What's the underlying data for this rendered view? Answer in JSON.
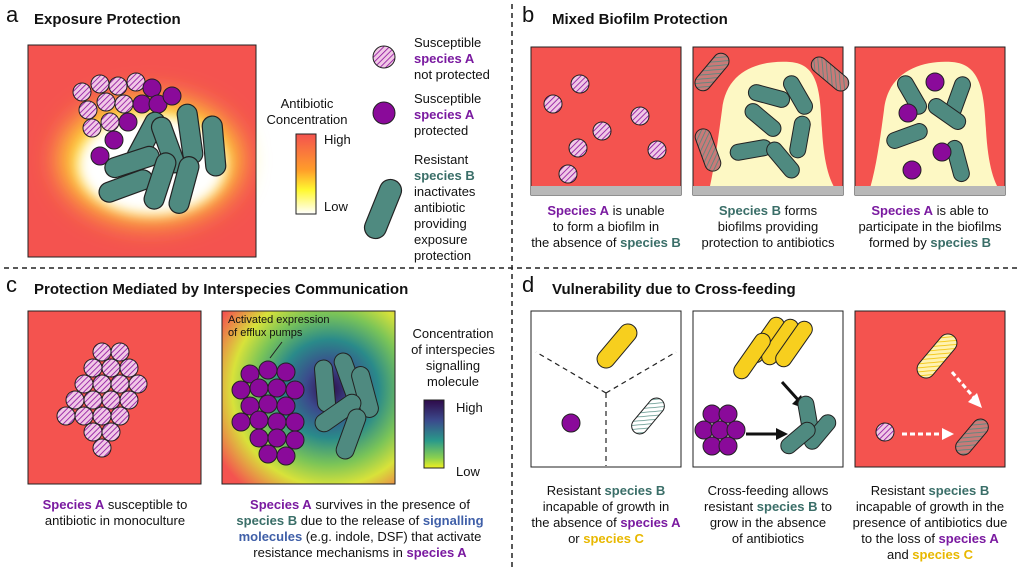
{
  "panel_a": {
    "letter": "a",
    "title": "Exposure Protection",
    "scale": {
      "title": [
        "Antibiotic",
        "Concentration"
      ],
      "high": "High",
      "low": "Low"
    },
    "legend": {
      "not_protected": [
        "Susceptible",
        "species A",
        "not protected"
      ],
      "protected": [
        "Susceptible",
        "species A",
        "protected"
      ],
      "resistant": [
        "Resistant",
        "species B",
        "inactivates",
        "antibiotic",
        "providing",
        "exposure",
        "protection"
      ]
    }
  },
  "panel_b": {
    "letter": "b",
    "title": "Mixed Biofilm Protection",
    "captions": [
      [
        "Species A",
        " is unable",
        "to form a biofilm in",
        "the absence of ",
        "species B"
      ],
      [
        "Species B",
        " forms",
        "biofilms providing",
        "protection to antibiotics"
      ],
      [
        "Species A",
        " is able to",
        "participate in the biofilms",
        "formed by ",
        "species B"
      ]
    ]
  },
  "panel_c": {
    "letter": "c",
    "title": "Protection Mediated by Interspecies Communication",
    "annotation": [
      "Activated expression",
      "of efflux pumps"
    ],
    "scale": {
      "title": [
        "Concentration",
        "of interspecies",
        "signalling",
        "molecule"
      ],
      "high": "High",
      "low": "Low"
    },
    "caption_left": [
      "Species A",
      " susceptible to",
      "antibiotic in monoculture"
    ],
    "caption_right": [
      "Species A",
      " survives in the presence of",
      "species B",
      " due to the release of ",
      "signalling",
      "molecules",
      " (e.g. indole, DSF) that activate",
      "resistance mechanisms in ",
      "species A"
    ]
  },
  "panel_d": {
    "letter": "d",
    "title": "Vulnerability due to Cross-feeding",
    "captions": [
      [
        "Resistant ",
        "species B",
        "incapable of growth in",
        "the absence of ",
        "species A",
        "or ",
        "species C"
      ],
      [
        "Cross-feeding allows",
        "resistant ",
        "species B",
        " to",
        "grow in the absence",
        "of antibiotics"
      ],
      [
        "Resistant ",
        "species B",
        "incapable of growth in the",
        "presence of antibiotics due",
        "to the loss of ",
        "species A",
        "and ",
        "species C"
      ]
    ]
  },
  "colors": {
    "antibiotic_red": "#f4534f",
    "species_a_purple": "#8a0a9a",
    "species_b_teal": "#4f8a80",
    "species_c_yellow": "#f7cf1e",
    "biofilm_cream": "#fdf8c4"
  }
}
